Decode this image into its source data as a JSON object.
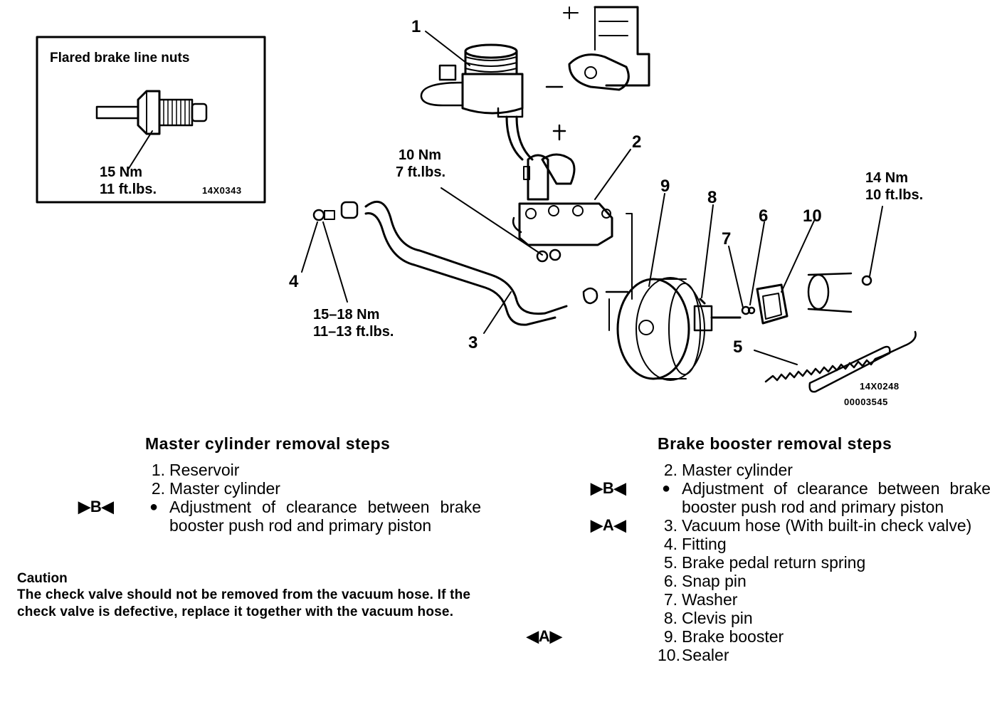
{
  "inset": {
    "title": "Flared brake line nuts",
    "torque_nm": "15 Nm",
    "torque_ftlbs": "11 ft.lbs.",
    "code": "14X0343"
  },
  "callouts": {
    "p1": "1",
    "p2": "2",
    "p3": "3",
    "p4": "4",
    "p5": "5",
    "p6": "6",
    "p7": "7",
    "p8": "8",
    "p9": "9",
    "p10": "10"
  },
  "torques": {
    "mc_nm": "10 Nm",
    "mc_ftlbs": "7 ft.lbs.",
    "fit_nm": "15–18 Nm",
    "fit_ftlbs": "11–13 ft.lbs.",
    "bb_nm": "14 Nm",
    "bb_ftlbs": "10 ft.lbs."
  },
  "codes": {
    "fig": "14X0248",
    "doc": "00003545"
  },
  "master": {
    "heading": "Master cylinder removal steps",
    "steps": [
      {
        "num": "1.",
        "text": "Reservoir"
      },
      {
        "num": "2.",
        "text": "Master cylinder"
      },
      {
        "mark": "▶B◀",
        "bullet": "●",
        "text": "Adjustment of clearance between brake booster push rod and primary piston"
      }
    ]
  },
  "caution": {
    "heading": "Caution",
    "body": "The check valve should not be removed from the vacuum hose. If the check valve is defective, replace it together with the vacuum hose."
  },
  "booster": {
    "heading": "Brake booster removal steps",
    "steps": [
      {
        "num": "2.",
        "text": "Master cylinder"
      },
      {
        "mark": "▶B◀",
        "bullet": "●",
        "text": "Adjustment of clearance between brake booster push rod and primary piston"
      },
      {
        "mark": "▶A◀",
        "num": "3.",
        "text": "Vacuum hose (With built-in check valve)"
      },
      {
        "num": "4.",
        "text": "Fitting"
      },
      {
        "num": "5.",
        "text": "Brake pedal return spring"
      },
      {
        "num": "6.",
        "text": "Snap pin"
      },
      {
        "num": "7.",
        "text": "Washer"
      },
      {
        "num": "8.",
        "text": "Clevis pin"
      },
      {
        "mark": "◀A▶",
        "num": "9.",
        "text": "Brake booster"
      },
      {
        "num": "10.",
        "text": "Sealer"
      }
    ]
  }
}
